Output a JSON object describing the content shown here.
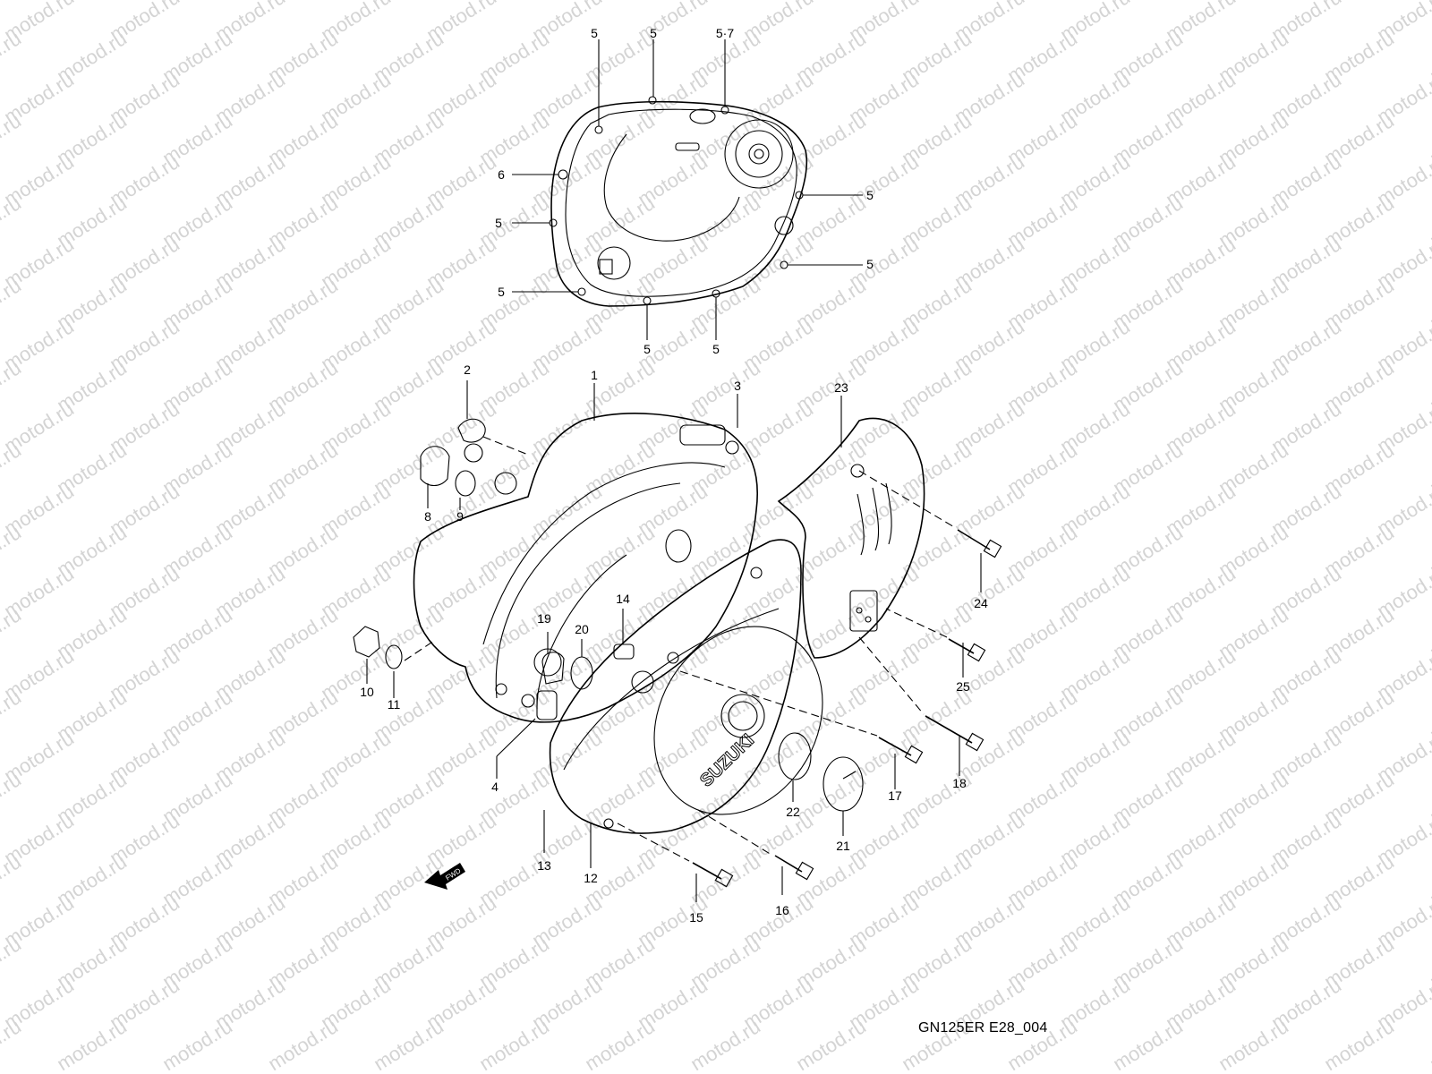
{
  "watermark": {
    "text": "motod.ru"
  },
  "callouts": {
    "c1": "1",
    "c2": "2",
    "c3": "3",
    "c4": "4",
    "c5a": "5",
    "c5b": "5",
    "c57": "5·7",
    "c5c": "5",
    "c5d": "5",
    "c5e": "5",
    "c5f": "5",
    "c5g": "5",
    "c5h": "5",
    "c6": "6",
    "c8": "8",
    "c9": "9",
    "c10": "10",
    "c11": "11",
    "c12": "12",
    "c13": "13",
    "c14": "14",
    "c15": "15",
    "c16": "16",
    "c17": "17",
    "c18": "18",
    "c19": "19",
    "c20": "20",
    "c21": "21",
    "c22": "22",
    "c23": "23",
    "c24": "24",
    "c25": "25"
  },
  "arrow": {
    "label": "FWD"
  },
  "cover": {
    "logo": "SUZUKI"
  },
  "footer": {
    "drawing_code": "GN125ER E28_004"
  }
}
